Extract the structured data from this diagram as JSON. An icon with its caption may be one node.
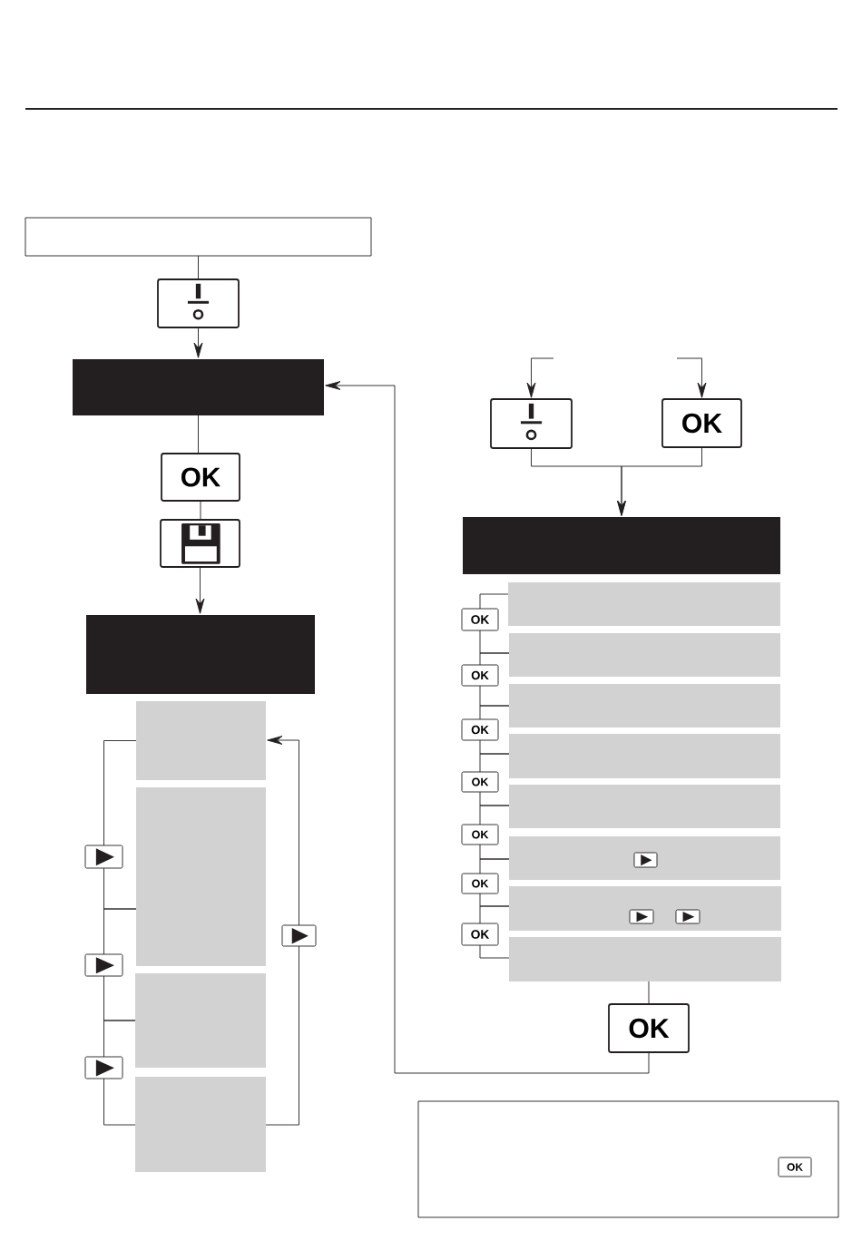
{
  "diagram": {
    "nodes": [
      {
        "text": [],
        "shape": "box"
      },
      {
        "text": [],
        "shape": "picture"
      },
      {
        "text": [],
        "shape": "box"
      },
      {
        "text": [
          "OK"
        ]
      },
      {
        "text": [],
        "shape": "picture"
      },
      {
        "text": [],
        "shape": "box"
      },
      {
        "text": [],
        "shape": "box"
      },
      {
        "text": [],
        "shape": "picture"
      },
      {
        "text": [],
        "shape": "box"
      },
      {
        "text": [],
        "shape": "picture"
      },
      {
        "text": [],
        "shape": "box"
      },
      {
        "text": [],
        "shape": "picture"
      },
      {
        "text": [],
        "shape": "box"
      },
      {
        "text": [],
        "shape": "picture"
      },
      {
        "text": [],
        "shape": "picture"
      },
      {
        "text": [
          "OK"
        ]
      },
      {
        "text": [],
        "shape": "box"
      },
      {
        "text": [],
        "shape": "box"
      },
      {
        "text": [
          "OK"
        ]
      },
      {
        "text": [],
        "shape": "box"
      },
      {
        "text": [
          "OK"
        ]
      },
      {
        "text": [],
        "shape": "box"
      },
      {
        "text": [
          "OK"
        ]
      },
      {
        "text": [],
        "shape": "box"
      },
      {
        "text": [
          "OK"
        ]
      },
      {
        "text": [],
        "shape": "box"
      },
      {
        "text": [
          "OK"
        ]
      },
      {
        "text": [],
        "shape": "box"
      },
      {
        "text": [],
        "shape": "picture",
        "in": 27
      },
      {
        "text": [
          "OK"
        ]
      },
      {
        "text": [],
        "shape": "box"
      },
      {
        "text": [],
        "shape": "picture",
        "in": 30
      },
      {
        "text": [],
        "shape": "picture",
        "in": 30
      },
      {
        "text": [
          "OK"
        ]
      },
      {
        "text": [],
        "shape": "box"
      },
      {
        "text": [
          "OK"
        ]
      },
      {
        "text": [],
        "shape": "box"
      },
      {
        "text": [
          "OK"
        ],
        "in": 36
      }
    ],
    "edges": [
      {
        "from": 0,
        "to": 1,
        "arrow": "none"
      },
      {
        "from": 1,
        "to": 2,
        "arrow": "to"
      },
      {
        "from": 2,
        "to": 3,
        "arrow": "none"
      },
      {
        "from": 3,
        "to": 4,
        "arrow": "none"
      },
      {
        "from": 4,
        "to": 5,
        "arrow": "to"
      },
      {
        "from": 6,
        "to": 7,
        "arrow": "none"
      },
      {
        "from": 7,
        "to": 8,
        "arrow": "none"
      },
      {
        "from": 8,
        "to": 9,
        "arrow": "none"
      },
      {
        "from": 9,
        "to": 10,
        "arrow": "none"
      },
      {
        "from": 10,
        "to": 11,
        "arrow": "none"
      },
      {
        "from": 11,
        "to": 12,
        "arrow": "none"
      },
      {
        "from": 12,
        "to": 13,
        "arrow": "none"
      },
      {
        "from": 13,
        "to": 6,
        "arrow": "to"
      },
      {
        "from": null,
        "to": 14,
        "arrow": "to"
      },
      {
        "from": null,
        "to": 15,
        "arrow": "to"
      },
      {
        "from": 14,
        "to": 16,
        "arrow": "to"
      },
      {
        "from": 15,
        "to": 16,
        "arrow": "to"
      },
      {
        "from": 17,
        "to": 18,
        "arrow": "none"
      },
      {
        "from": 18,
        "to": 19,
        "arrow": "none"
      },
      {
        "from": 19,
        "to": 20,
        "arrow": "none"
      },
      {
        "from": 20,
        "to": 21,
        "arrow": "none"
      },
      {
        "from": 21,
        "to": 22,
        "arrow": "none"
      },
      {
        "from": 22,
        "to": 23,
        "arrow": "none"
      },
      {
        "from": 23,
        "to": 24,
        "arrow": "none"
      },
      {
        "from": 24,
        "to": 25,
        "arrow": "none"
      },
      {
        "from": 25,
        "to": 26,
        "arrow": "none"
      },
      {
        "from": 26,
        "to": 27,
        "arrow": "none"
      },
      {
        "from": 27,
        "to": 29,
        "arrow": "none"
      },
      {
        "from": 29,
        "to": 30,
        "arrow": "none"
      },
      {
        "from": 30,
        "to": 33,
        "arrow": "none"
      },
      {
        "from": 33,
        "to": 34,
        "arrow": "none"
      },
      {
        "from": 34,
        "to": 35,
        "arrow": "none"
      },
      {
        "from": 35,
        "to": 2,
        "arrow": "to"
      }
    ]
  }
}
